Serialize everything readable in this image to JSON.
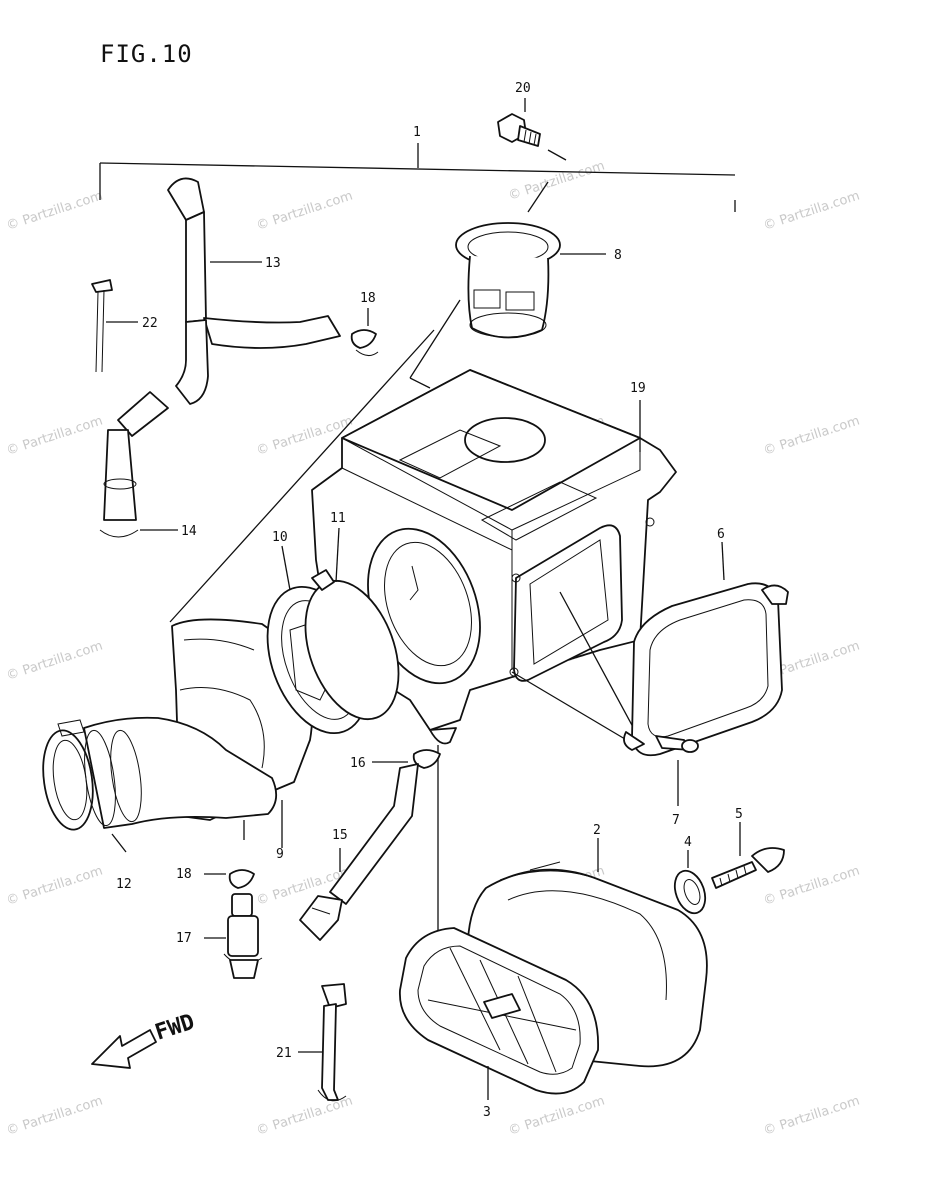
{
  "title": "FIG.10",
  "watermark": "© Partzilla.com",
  "fwd_label": "FWD",
  "callouts": {
    "c1": "1",
    "c2": "2",
    "c3": "3",
    "c4": "4",
    "c5": "5",
    "c6": "6",
    "c7": "7",
    "c8": "8",
    "c9": "9",
    "c10": "10",
    "c11": "11",
    "c12": "12",
    "c13": "13",
    "c14": "14",
    "c15": "15",
    "c16": "16",
    "c17": "17",
    "c18a": "18",
    "c18b": "18",
    "c19": "19",
    "c20": "20",
    "c21": "21",
    "c22": "22"
  }
}
